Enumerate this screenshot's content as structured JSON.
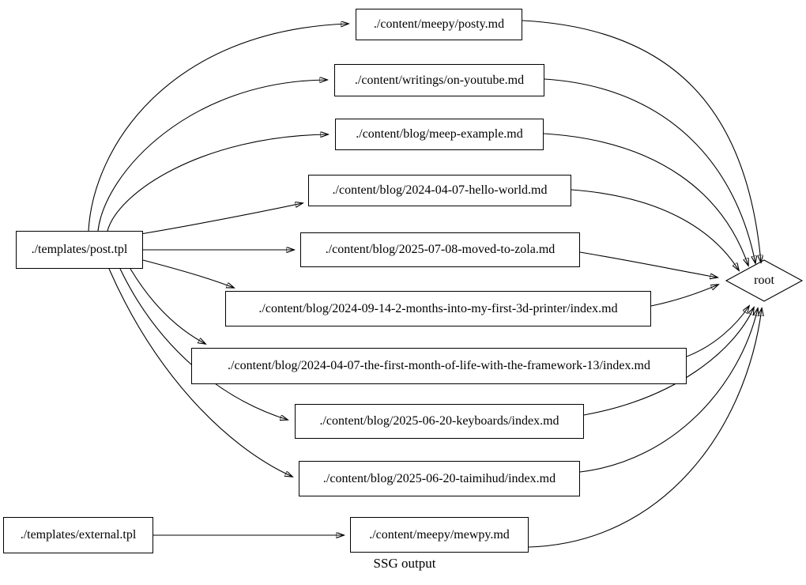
{
  "diagram": {
    "caption": "SSG output",
    "colors": {
      "stroke": "#000000",
      "node_fill": "#ffffff",
      "text": "#000000",
      "background": "#ffffff"
    },
    "nodes": {
      "post_tpl": "./templates/post.tpl",
      "external_tpl": "./templates/external.tpl",
      "posty": "./content/meepy/posty.md",
      "on_youtube": "./content/writings/on-youtube.md",
      "meep_example": "./content/blog/meep-example.md",
      "hello_world": "./content/blog/2024-04-07-hello-world.md",
      "moved_zola": "./content/blog/2025-07-08-moved-to-zola.md",
      "printer3d": "./content/blog/2024-09-14-2-months-into-my-first-3d-printer/index.md",
      "framework13": "./content/blog/2024-04-07-the-first-month-of-life-with-the-framework-13/index.md",
      "keyboards": "./content/blog/2025-06-20-keyboards/index.md",
      "taimihud": "./content/blog/2025-06-20-taimihud/index.md",
      "mewpy": "./content/meepy/mewpy.md",
      "root": "root"
    },
    "edges": [
      {
        "from": "./templates/post.tpl",
        "to": "./content/meepy/posty.md"
      },
      {
        "from": "./templates/post.tpl",
        "to": "./content/writings/on-youtube.md"
      },
      {
        "from": "./templates/post.tpl",
        "to": "./content/blog/meep-example.md"
      },
      {
        "from": "./templates/post.tpl",
        "to": "./content/blog/2024-04-07-hello-world.md"
      },
      {
        "from": "./templates/post.tpl",
        "to": "./content/blog/2025-07-08-moved-to-zola.md"
      },
      {
        "from": "./templates/post.tpl",
        "to": "./content/blog/2024-09-14-2-months-into-my-first-3d-printer/index.md"
      },
      {
        "from": "./templates/post.tpl",
        "to": "./content/blog/2024-04-07-the-first-month-of-life-with-the-framework-13/index.md"
      },
      {
        "from": "./templates/post.tpl",
        "to": "./content/blog/2025-06-20-keyboards/index.md"
      },
      {
        "from": "./templates/post.tpl",
        "to": "./content/blog/2025-06-20-taimihud/index.md"
      },
      {
        "from": "./templates/external.tpl",
        "to": "./content/meepy/mewpy.md"
      },
      {
        "from": "./content/meepy/posty.md",
        "to": "root"
      },
      {
        "from": "./content/writings/on-youtube.md",
        "to": "root"
      },
      {
        "from": "./content/blog/meep-example.md",
        "to": "root"
      },
      {
        "from": "./content/blog/2024-04-07-hello-world.md",
        "to": "root"
      },
      {
        "from": "./content/blog/2025-07-08-moved-to-zola.md",
        "to": "root"
      },
      {
        "from": "./content/blog/2024-09-14-2-months-into-my-first-3d-printer/index.md",
        "to": "root"
      },
      {
        "from": "./content/blog/2024-04-07-the-first-month-of-life-with-the-framework-13/index.md",
        "to": "root"
      },
      {
        "from": "./content/blog/2025-06-20-keyboards/index.md",
        "to": "root"
      },
      {
        "from": "./content/blog/2025-06-20-taimihud/index.md",
        "to": "root"
      },
      {
        "from": "./content/meepy/mewpy.md",
        "to": "root"
      }
    ]
  }
}
